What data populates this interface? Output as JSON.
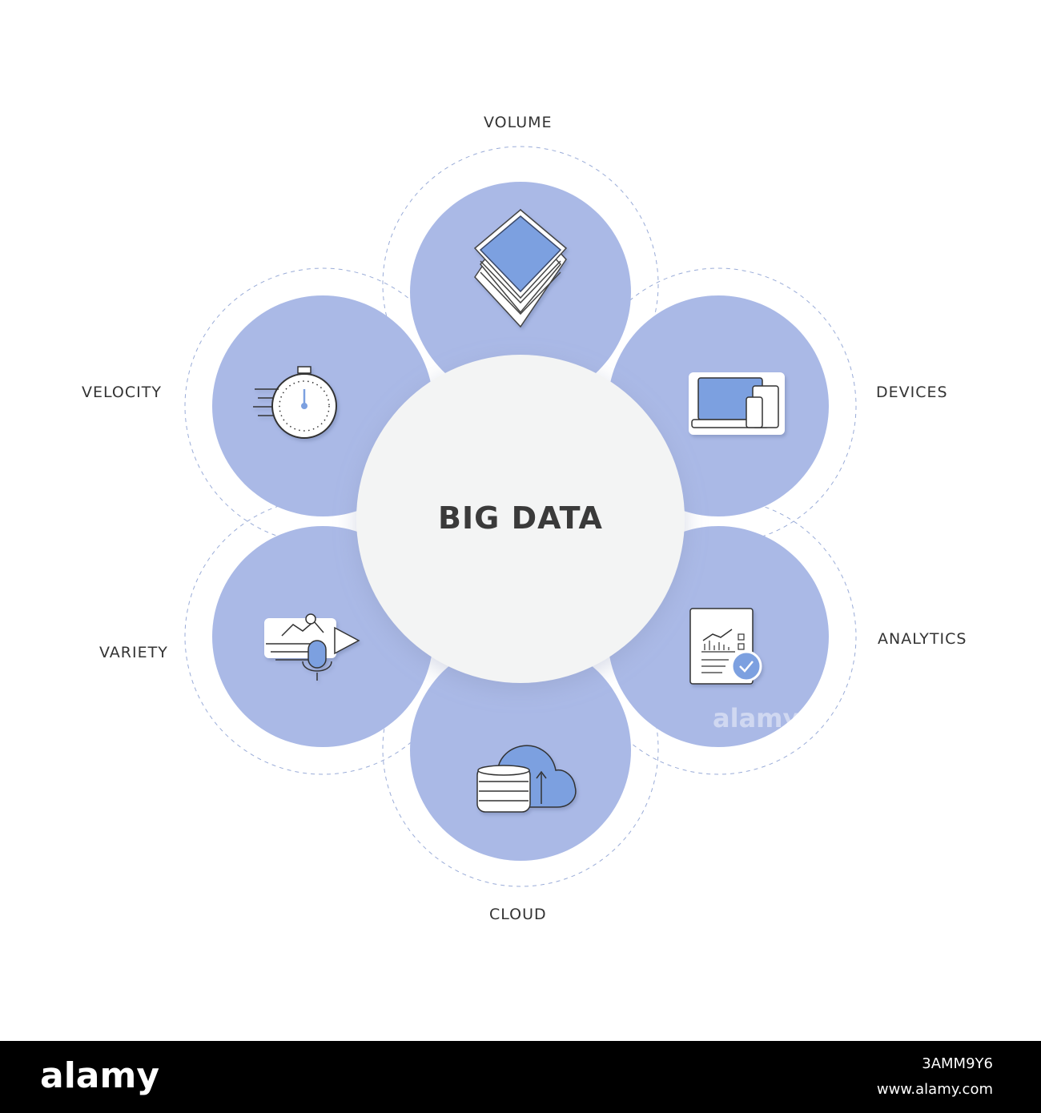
{
  "diagram": {
    "title": "BIG DATA",
    "nodes": [
      {
        "id": "volume",
        "label": "VOLUME",
        "icon": "layers-icon"
      },
      {
        "id": "devices",
        "label": "DEVICES",
        "icon": "devices-icon"
      },
      {
        "id": "analytics",
        "label": "ANALYTICS",
        "icon": "report-check-icon"
      },
      {
        "id": "cloud",
        "label": "CLOUD",
        "icon": "cloud-database-icon"
      },
      {
        "id": "variety",
        "label": "VARIETY",
        "icon": "media-variety-icon"
      },
      {
        "id": "velocity",
        "label": "VELOCITY",
        "icon": "stopwatch-icon"
      }
    ]
  },
  "colors": {
    "petal": "#aab9e6",
    "accent": "#7ba0e0",
    "center": "#f3f4f4",
    "text": "#333333",
    "dashed": "#9aacd8"
  },
  "footer": {
    "logo": "alamy",
    "image_id": "3AMM9Y6",
    "url": "www.alamy.com"
  }
}
